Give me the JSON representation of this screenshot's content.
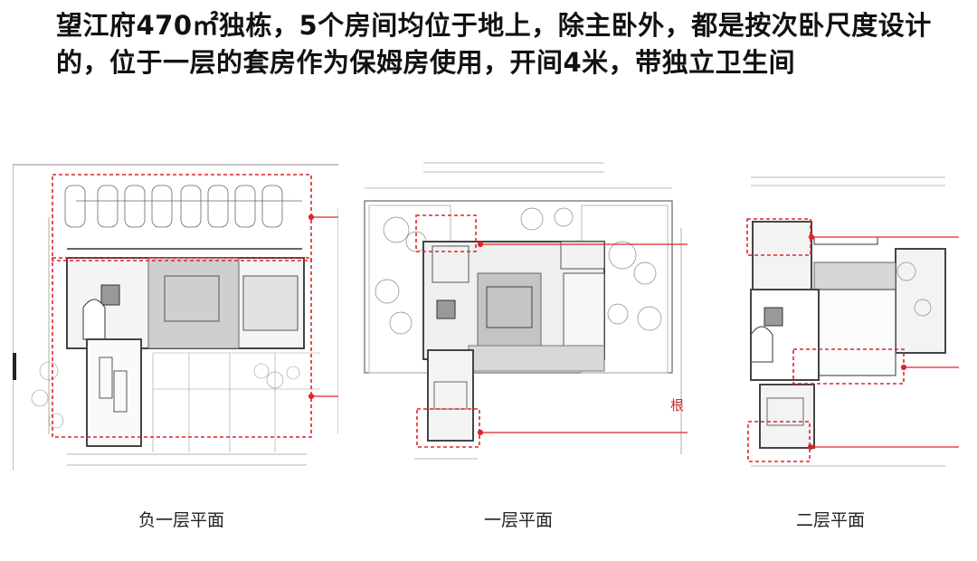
{
  "headline": "望江府470㎡独栋，5个房间均位于地上，除主卧外，都是按次卧尺度设计的，位于一层的套房作为保姆房使用，开间4米，带独立卫生间",
  "plans": [
    {
      "caption": "负一层平面"
    },
    {
      "caption": "一层平面"
    },
    {
      "caption": "二层平面"
    }
  ],
  "side_note": "根",
  "colors": {
    "highlight": "#e0242a",
    "line": "#555555",
    "fill": "#c8c8c8",
    "paper": "#ffffff"
  }
}
